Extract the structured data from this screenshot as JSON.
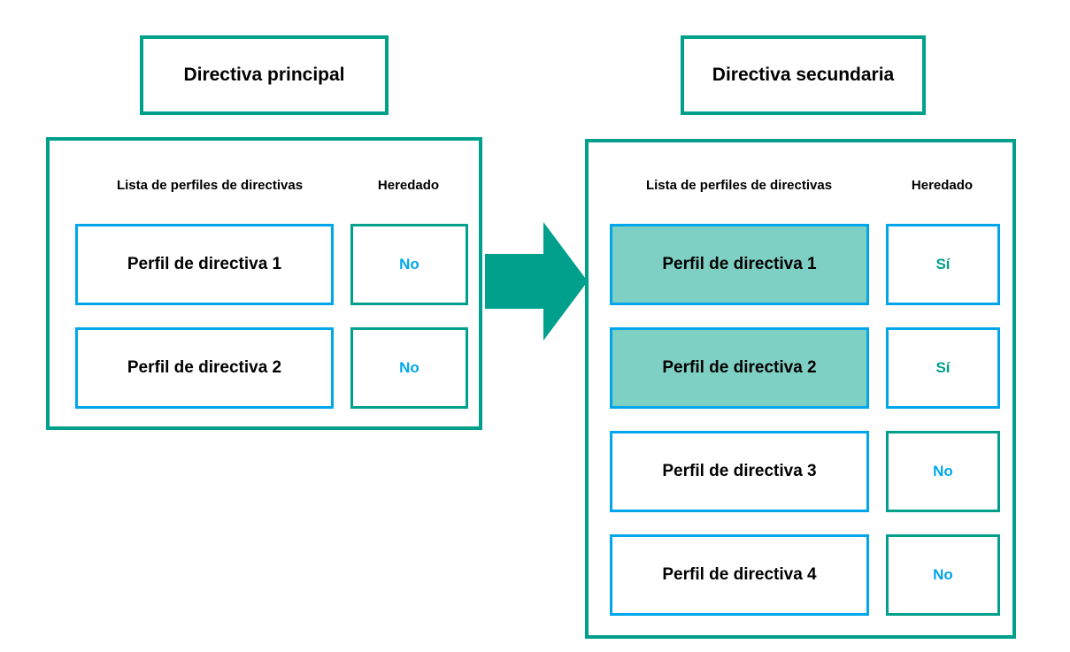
{
  "colors": {
    "teal": "#00A08C",
    "blue": "#00A6EC",
    "highlight_fill": "#7FD0C4",
    "text": "#000000",
    "background": "#FFFFFF"
  },
  "diagram": {
    "arrow_direction": "right",
    "arrow_color": "#00A08C"
  },
  "primary": {
    "title": "Directiva principal",
    "columns": {
      "list": "Lista de perfiles de directivas",
      "inherited": "Heredado"
    },
    "rows": [
      {
        "profile": "Perfil de directiva 1",
        "inherited": "No",
        "highlighted": false
      },
      {
        "profile": "Perfil de directiva 2",
        "inherited": "No",
        "highlighted": false
      }
    ]
  },
  "secondary": {
    "title": "Directiva secundaria",
    "columns": {
      "list": "Lista de perfiles de directivas",
      "inherited": "Heredado"
    },
    "rows": [
      {
        "profile": "Perfil de directiva 1",
        "inherited": "Sí",
        "highlighted": true
      },
      {
        "profile": "Perfil de directiva 2",
        "inherited": "Sí",
        "highlighted": true
      },
      {
        "profile": "Perfil de directiva 3",
        "inherited": "No",
        "highlighted": false
      },
      {
        "profile": "Perfil de directiva 4",
        "inherited": "No",
        "highlighted": false
      }
    ]
  }
}
